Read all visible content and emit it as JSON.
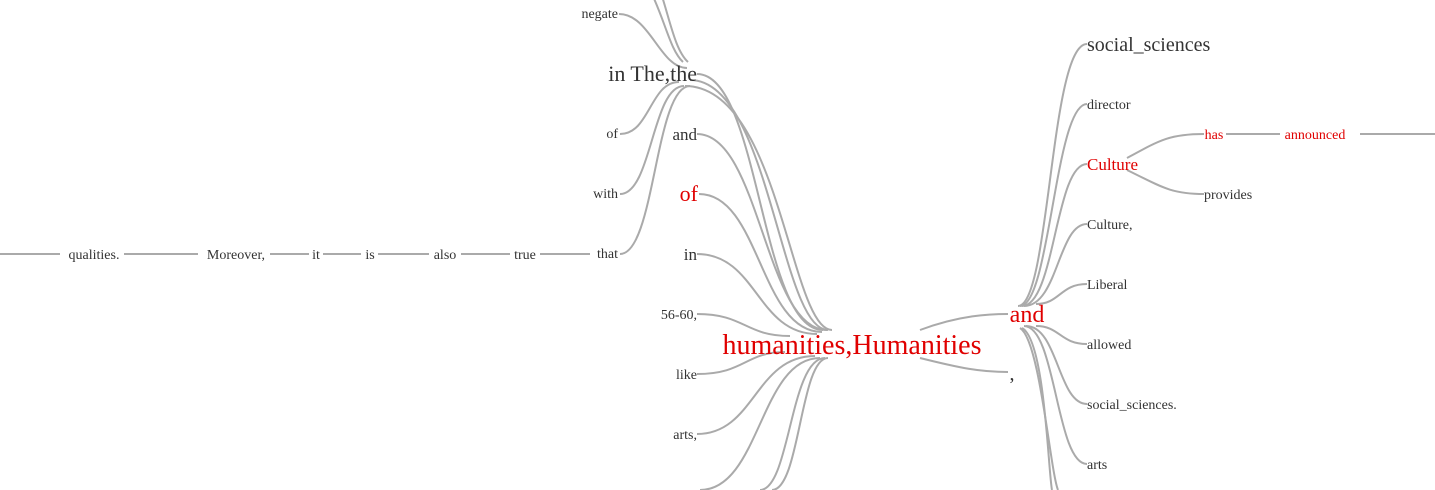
{
  "colors": {
    "normal": "#333333",
    "highlight": "#e00000",
    "link": "#aaaaaa"
  },
  "root": {
    "label": "humanities,Humanities",
    "highlight": true
  },
  "left_branch": {
    "items": [
      {
        "label": "negate",
        "highlight": false
      },
      {
        "label": "in The,the",
        "highlight": false
      },
      {
        "label": "of",
        "highlight": false
      },
      {
        "label": "with",
        "highlight": false
      },
      {
        "label": "that",
        "highlight": false
      },
      {
        "label": "and",
        "highlight": false
      },
      {
        "label": "of",
        "highlight": true
      },
      {
        "label": "in",
        "highlight": false
      },
      {
        "label": "56-60,",
        "highlight": false
      },
      {
        "label": "like",
        "highlight": false
      },
      {
        "label": "arts,",
        "highlight": false
      }
    ],
    "chain": [
      "qualities.",
      "Moreover,",
      "it",
      "is",
      "also",
      "true"
    ]
  },
  "right_branch": {
    "hub": {
      "label": "and",
      "highlight": true
    },
    "comma": {
      "label": ","
    },
    "items": [
      {
        "label": "social_sciences",
        "highlight": false
      },
      {
        "label": "director",
        "highlight": false
      },
      {
        "label": "Culture",
        "highlight": true
      },
      {
        "label": "Culture,",
        "highlight": false
      },
      {
        "label": "Liberal",
        "highlight": false
      },
      {
        "label": "allowed",
        "highlight": false
      },
      {
        "label": "social_sciences.",
        "highlight": false
      },
      {
        "label": "arts",
        "highlight": false
      }
    ],
    "culture_children": [
      {
        "label": "has",
        "highlight": true
      },
      {
        "label": "provides",
        "highlight": false
      }
    ],
    "has_child": {
      "label": "announced",
      "highlight": true
    }
  }
}
